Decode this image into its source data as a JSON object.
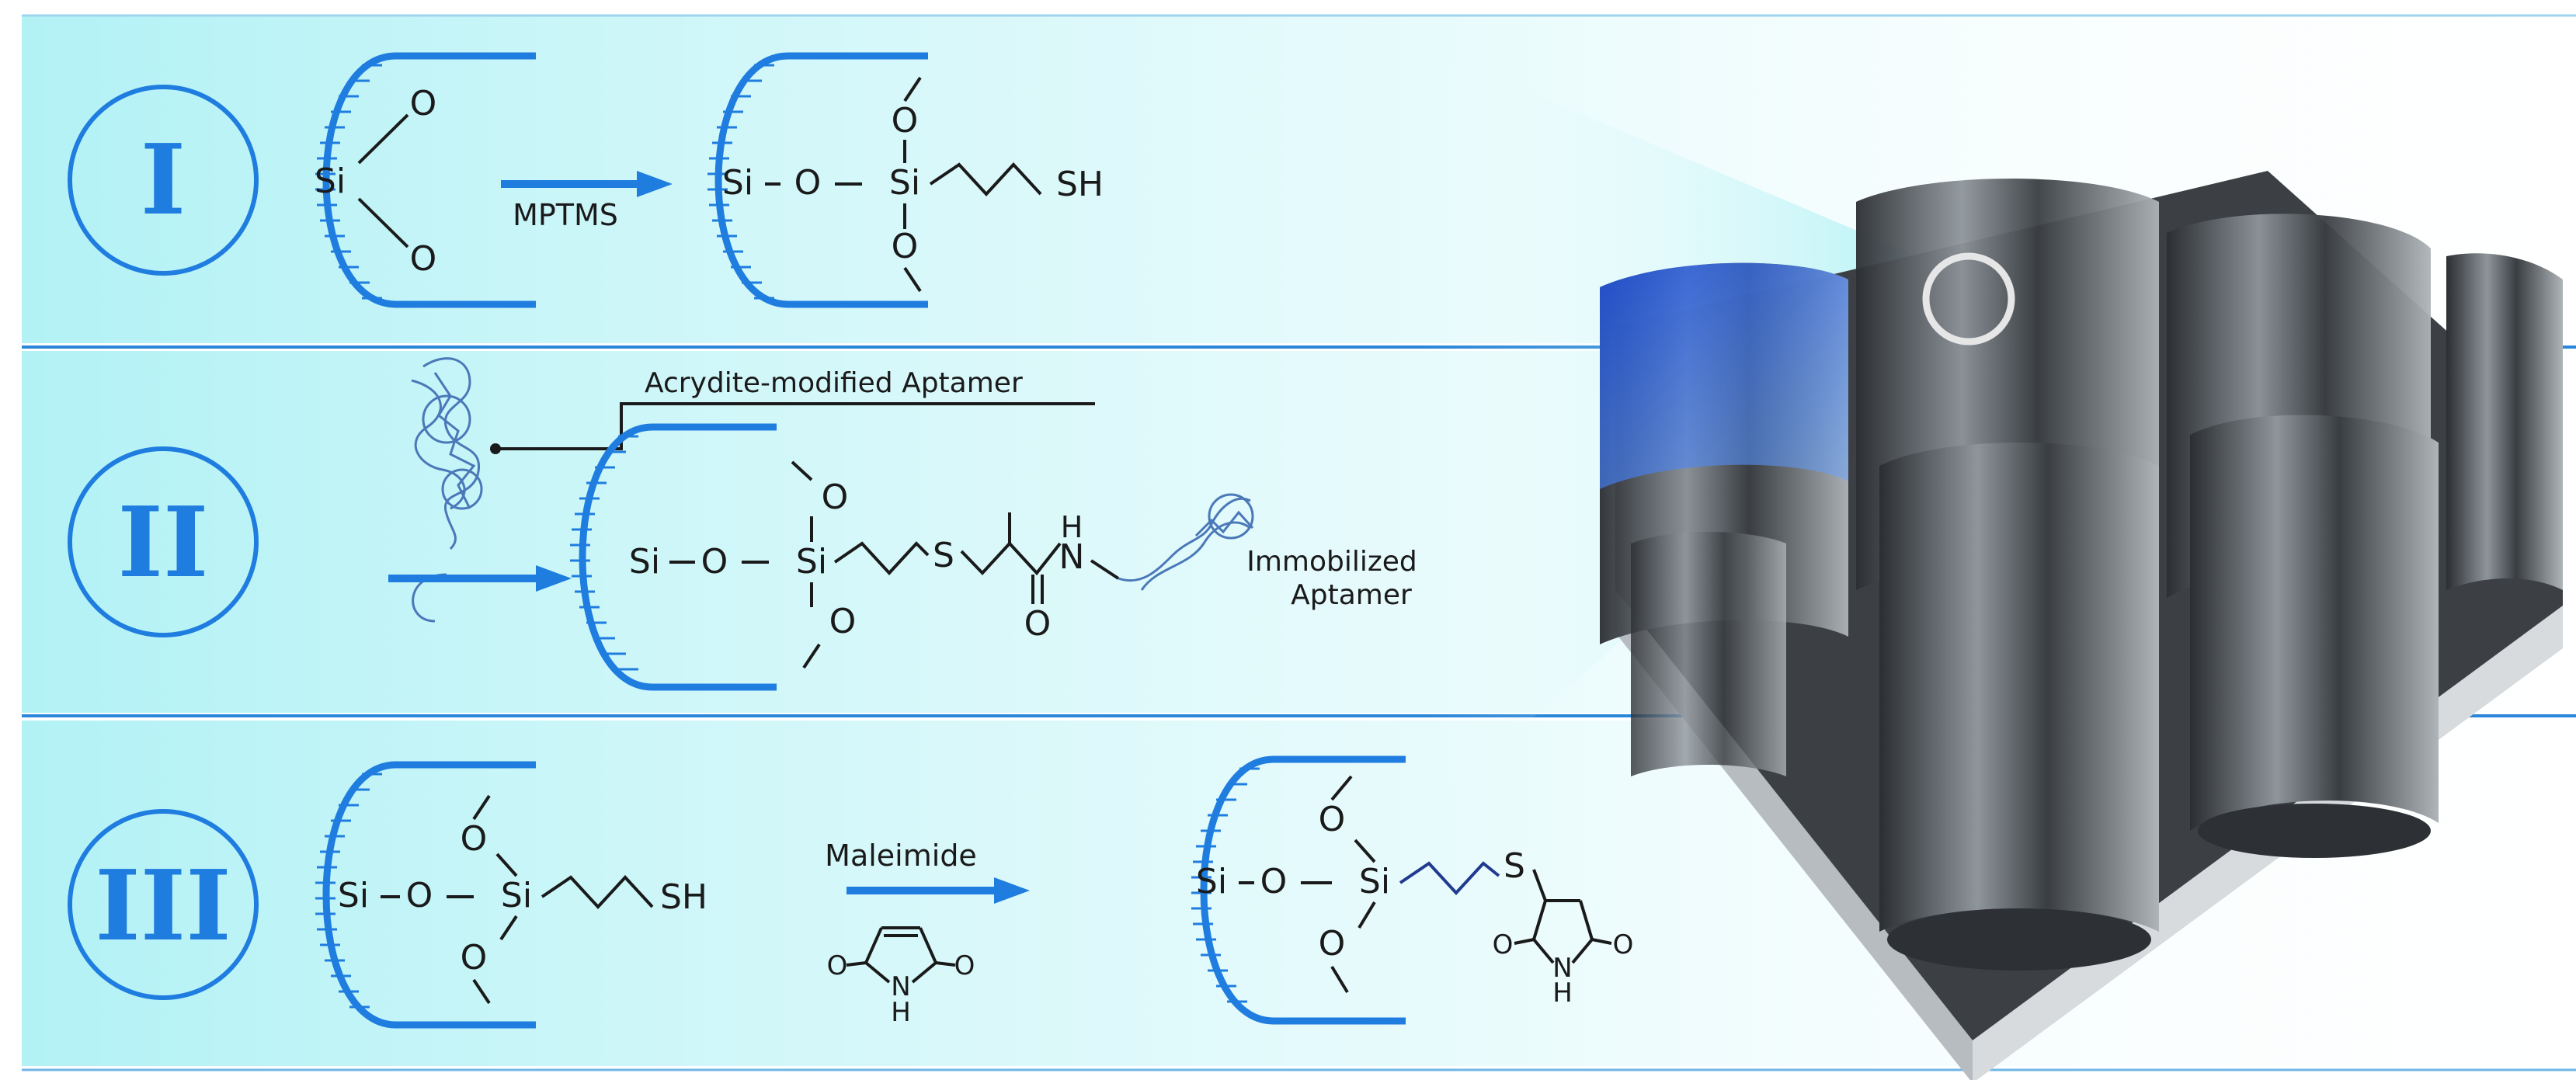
{
  "colors": {
    "accent": "#1f7de0",
    "bond": "#1a1a1a",
    "band_gradient_start": "#a9f0f4",
    "band_gradient_end": "#ffffff",
    "device_dark": "#3c3f43",
    "device_base": "#c9cdd0",
    "beam": "#6fe8ee"
  },
  "panels": [
    {
      "id": "panel-1",
      "numeral": "I",
      "start": {
        "atoms": [
          "Si",
          "O",
          "O"
        ]
      },
      "reagent": "MPTMS",
      "product": {
        "atoms": [
          "Si",
          "O",
          "Si",
          "O",
          "O"
        ],
        "end_group": "SH"
      }
    },
    {
      "id": "panel-2",
      "numeral": "II",
      "reagent_label": "Acrydite-modified Aptamer",
      "product": {
        "atoms": [
          "Si",
          "O",
          "Si",
          "O",
          "O",
          "S",
          "O"
        ],
        "amide": [
          "H",
          "N"
        ]
      },
      "product_label": [
        "Immobilized",
        "Aptamer"
      ]
    },
    {
      "id": "panel-3",
      "numeral": "III",
      "start": {
        "atoms": [
          "Si",
          "O",
          "Si",
          "O",
          "O"
        ],
        "end_group": "SH"
      },
      "reagent": "Maleimide",
      "reagent_structure": {
        "atoms": [
          "O",
          "O"
        ],
        "nh": [
          "N",
          "H"
        ]
      },
      "product": {
        "atoms": [
          "Si",
          "O",
          "Si",
          "O",
          "O",
          "S",
          "O",
          "O"
        ],
        "nh": [
          "N",
          "H"
        ]
      }
    }
  ]
}
